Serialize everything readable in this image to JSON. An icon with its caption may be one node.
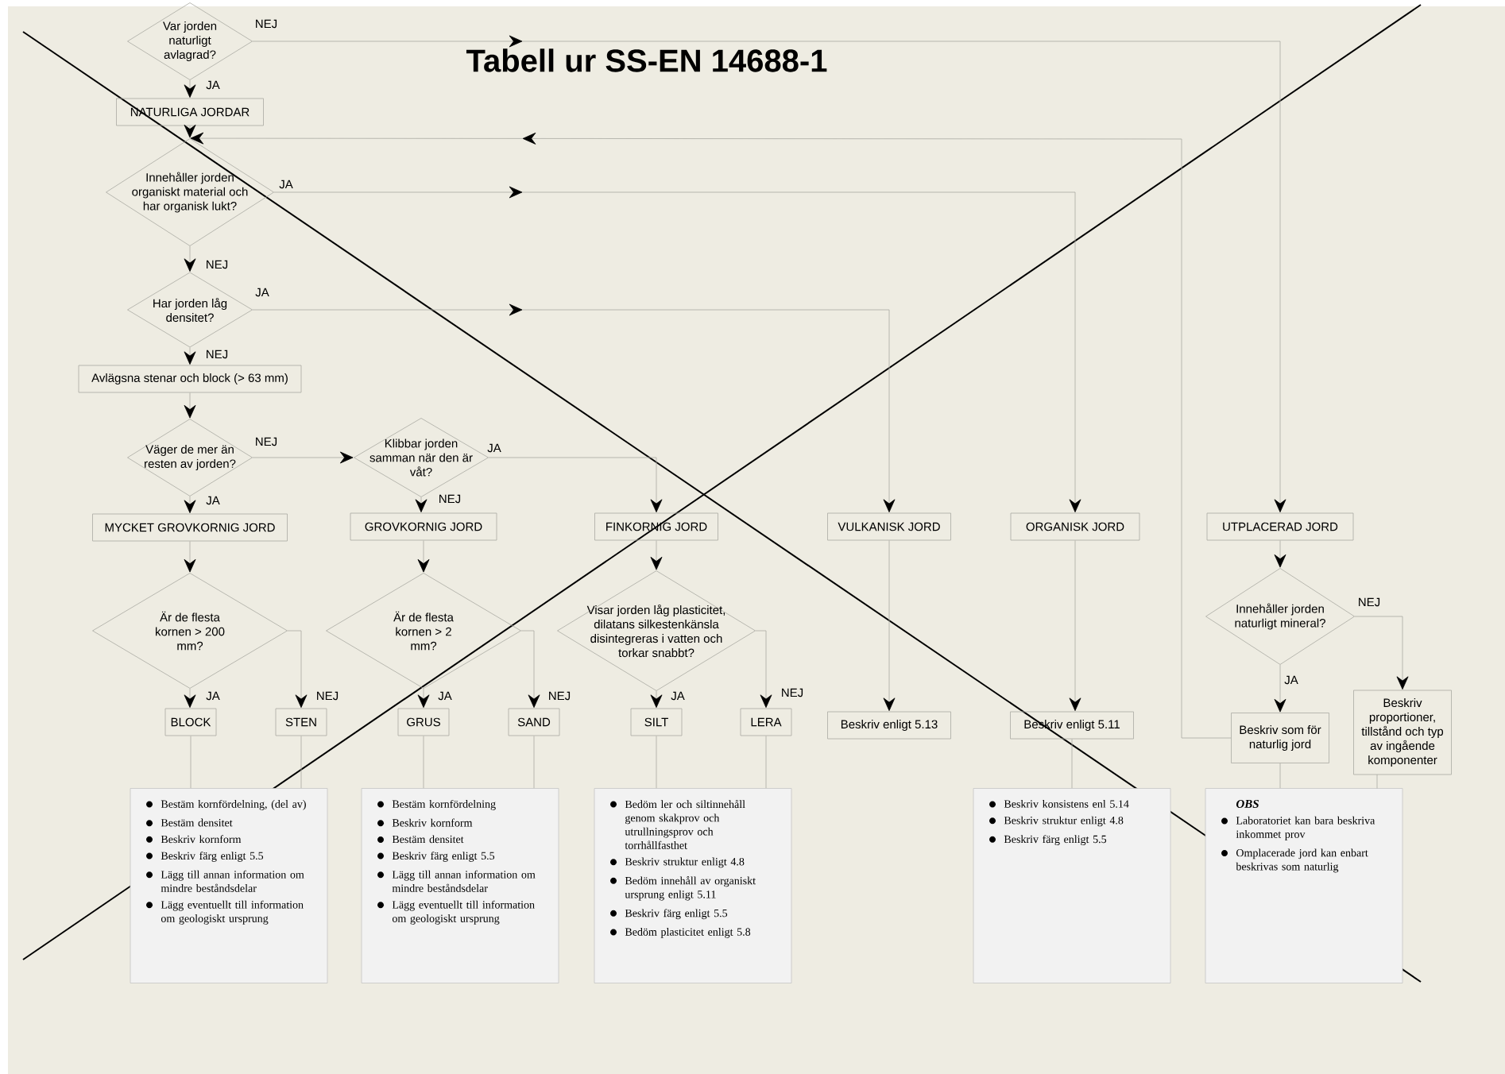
{
  "diagram": {
    "title": "Tabell ur SS-EN 14688-1",
    "nodes": [
      {
        "text": [
          "Var jorden naturligt avlagrad?"
        ]
      },
      {
        "text": [
          "NATURLIGA JORDAR"
        ]
      },
      {
        "text": [
          "Innehåller jorden organiskt material och har organisk lukt?"
        ]
      },
      {
        "text": [
          "Har jorden låg densitet?"
        ]
      },
      {
        "text": [
          "Avlägsna stenar och block (> 63 mm)"
        ]
      },
      {
        "text": [
          "Väger de mer än resten av jorden?"
        ]
      },
      {
        "text": [
          "Klibbar jorden samman när den är våt?"
        ]
      },
      {
        "text": [
          "MYCKET GROVKORNIG JORD"
        ]
      },
      {
        "text": [
          "GROVKORNIG JORD"
        ]
      },
      {
        "text": [
          "FINKORNIG JORD"
        ]
      },
      {
        "text": [
          "VULKANISK JORD"
        ]
      },
      {
        "text": [
          "ORGANISK JORD"
        ]
      },
      {
        "text": [
          "UTPLACERAD JORD"
        ]
      },
      {
        "text": [
          "Är de flesta kornen > 200 mm?"
        ]
      },
      {
        "text": [
          "Är de flesta kornen > 2 mm?"
        ]
      },
      {
        "text": [
          "Visar jorden låg plasticitet, dilatans silkestenkänsla disintegreras i vatten och torkar snabbt?"
        ]
      },
      {
        "text": [
          "Innehåller jorden naturligt mineral?"
        ]
      },
      {
        "text": [
          "BLOCK"
        ]
      },
      {
        "text": [
          "STEN"
        ]
      },
      {
        "text": [
          "GRUS"
        ]
      },
      {
        "text": [
          "SAND"
        ]
      },
      {
        "text": [
          "SILT"
        ]
      },
      {
        "text": [
          "LERA"
        ]
      },
      {
        "text": [
          "Beskriv enligt 5.13"
        ]
      },
      {
        "text": [
          "Beskriv enligt 5.11"
        ]
      },
      {
        "text": [
          "Beskriv som för naturlig jord"
        ]
      },
      {
        "text": [
          "Beskriv proportioner, tillstånd och typ av ingående komponenter"
        ]
      },
      {
        "text": [
          "Bestäm kornfördelning, (del av)",
          "Bestäm densitet",
          "Beskriv kornform",
          "Beskriv färg enligt 5.5",
          "Lägg till annan information om mindre beståndsdelar",
          "Lägg eventuellt till information om geologiskt ursprung"
        ]
      },
      {
        "text": [
          "Bestäm kornfördelning",
          "Beskriv kornform",
          "Bestäm densitet",
          "Beskriv färg enligt 5.5",
          "Lägg till annan information om mindre beståndsdelar",
          "Lägg eventuellt till information om geologiskt ursprung"
        ]
      },
      {
        "text": [
          "Bedöm ler och siltinnehåll genom skakprov och utrullningsprov och torrhållfasthet",
          "Beskriv struktur enligt 4.8",
          "Bedöm innehåll av organiskt ursprung enligt 5.11",
          "Beskriv färg enligt 5.5",
          "Bedöm plasticitet enligt 5.8"
        ]
      },
      {
        "text": [
          "Beskriv konsistens enl 5.14",
          "Beskriv struktur enligt 4.8",
          "Beskriv färg enligt 5.5"
        ]
      },
      {
        "text": [
          "OBS",
          "Laboratoriet kan bara beskriva inkommet prov",
          "Omplacerade jord kan enbart beskrivas som naturlig"
        ]
      }
    ],
    "edges": [
      {
        "from": 0,
        "to": 1,
        "arrow": "to",
        "label": "JA"
      },
      {
        "from": 0,
        "to": 12,
        "arrow": "to",
        "label": "NEJ"
      },
      {
        "from": 1,
        "to": 2,
        "arrow": "to"
      },
      {
        "from": 2,
        "to": 11,
        "arrow": "to",
        "label": "JA"
      },
      {
        "from": 2,
        "to": 3,
        "arrow": "to",
        "label": "NEJ"
      },
      {
        "from": 3,
        "to": 10,
        "arrow": "to",
        "label": "JA"
      },
      {
        "from": 3,
        "to": 4,
        "arrow": "to",
        "label": "NEJ"
      },
      {
        "from": 4,
        "to": 5,
        "arrow": "to"
      },
      {
        "from": 5,
        "to": 7,
        "arrow": "to",
        "label": "JA"
      },
      {
        "from": 5,
        "to": 6,
        "arrow": "to",
        "label": "NEJ"
      },
      {
        "from": 6,
        "to": 9,
        "arrow": "to",
        "label": "JA"
      },
      {
        "from": 6,
        "to": 8,
        "arrow": "to",
        "label": "NEJ"
      },
      {
        "from": 7,
        "to": 13,
        "arrow": "to"
      },
      {
        "from": 8,
        "to": 14,
        "arrow": "to"
      },
      {
        "from": 9,
        "to": 15,
        "arrow": "to"
      },
      {
        "from": 12,
        "to": 16,
        "arrow": "to"
      },
      {
        "from": 13,
        "to": 17,
        "arrow": "to",
        "label": "JA"
      },
      {
        "from": 13,
        "to": 18,
        "arrow": "to",
        "label": "NEJ"
      },
      {
        "from": 14,
        "to": 19,
        "arrow": "to",
        "label": "JA"
      },
      {
        "from": 14,
        "to": 20,
        "arrow": "to",
        "label": "NEJ"
      },
      {
        "from": 15,
        "to": 21,
        "arrow": "to",
        "label": "JA"
      },
      {
        "from": 15,
        "to": 22,
        "arrow": "to",
        "label": "NEJ"
      },
      {
        "from": 10,
        "to": 23,
        "arrow": "to"
      },
      {
        "from": 11,
        "to": 24,
        "arrow": "to"
      },
      {
        "from": 16,
        "to": 25,
        "arrow": "to",
        "label": "JA"
      },
      {
        "from": 16,
        "to": 26,
        "arrow": "to",
        "label": "NEJ"
      },
      {
        "from": 25,
        "to": 2,
        "arrow": "to"
      },
      {
        "from": 17,
        "to": 27,
        "arrow": "none"
      },
      {
        "from": 18,
        "to": 27,
        "arrow": "none"
      },
      {
        "from": 19,
        "to": 28,
        "arrow": "none"
      },
      {
        "from": 20,
        "to": 28,
        "arrow": "none"
      },
      {
        "from": 21,
        "to": 29,
        "arrow": "none"
      },
      {
        "from": 22,
        "to": 29,
        "arrow": "none"
      },
      {
        "from": 24,
        "to": 30,
        "arrow": "none"
      },
      {
        "from": 25,
        "to": 31,
        "arrow": "none"
      },
      {
        "from": 26,
        "to": 31,
        "arrow": "none"
      }
    ]
  }
}
